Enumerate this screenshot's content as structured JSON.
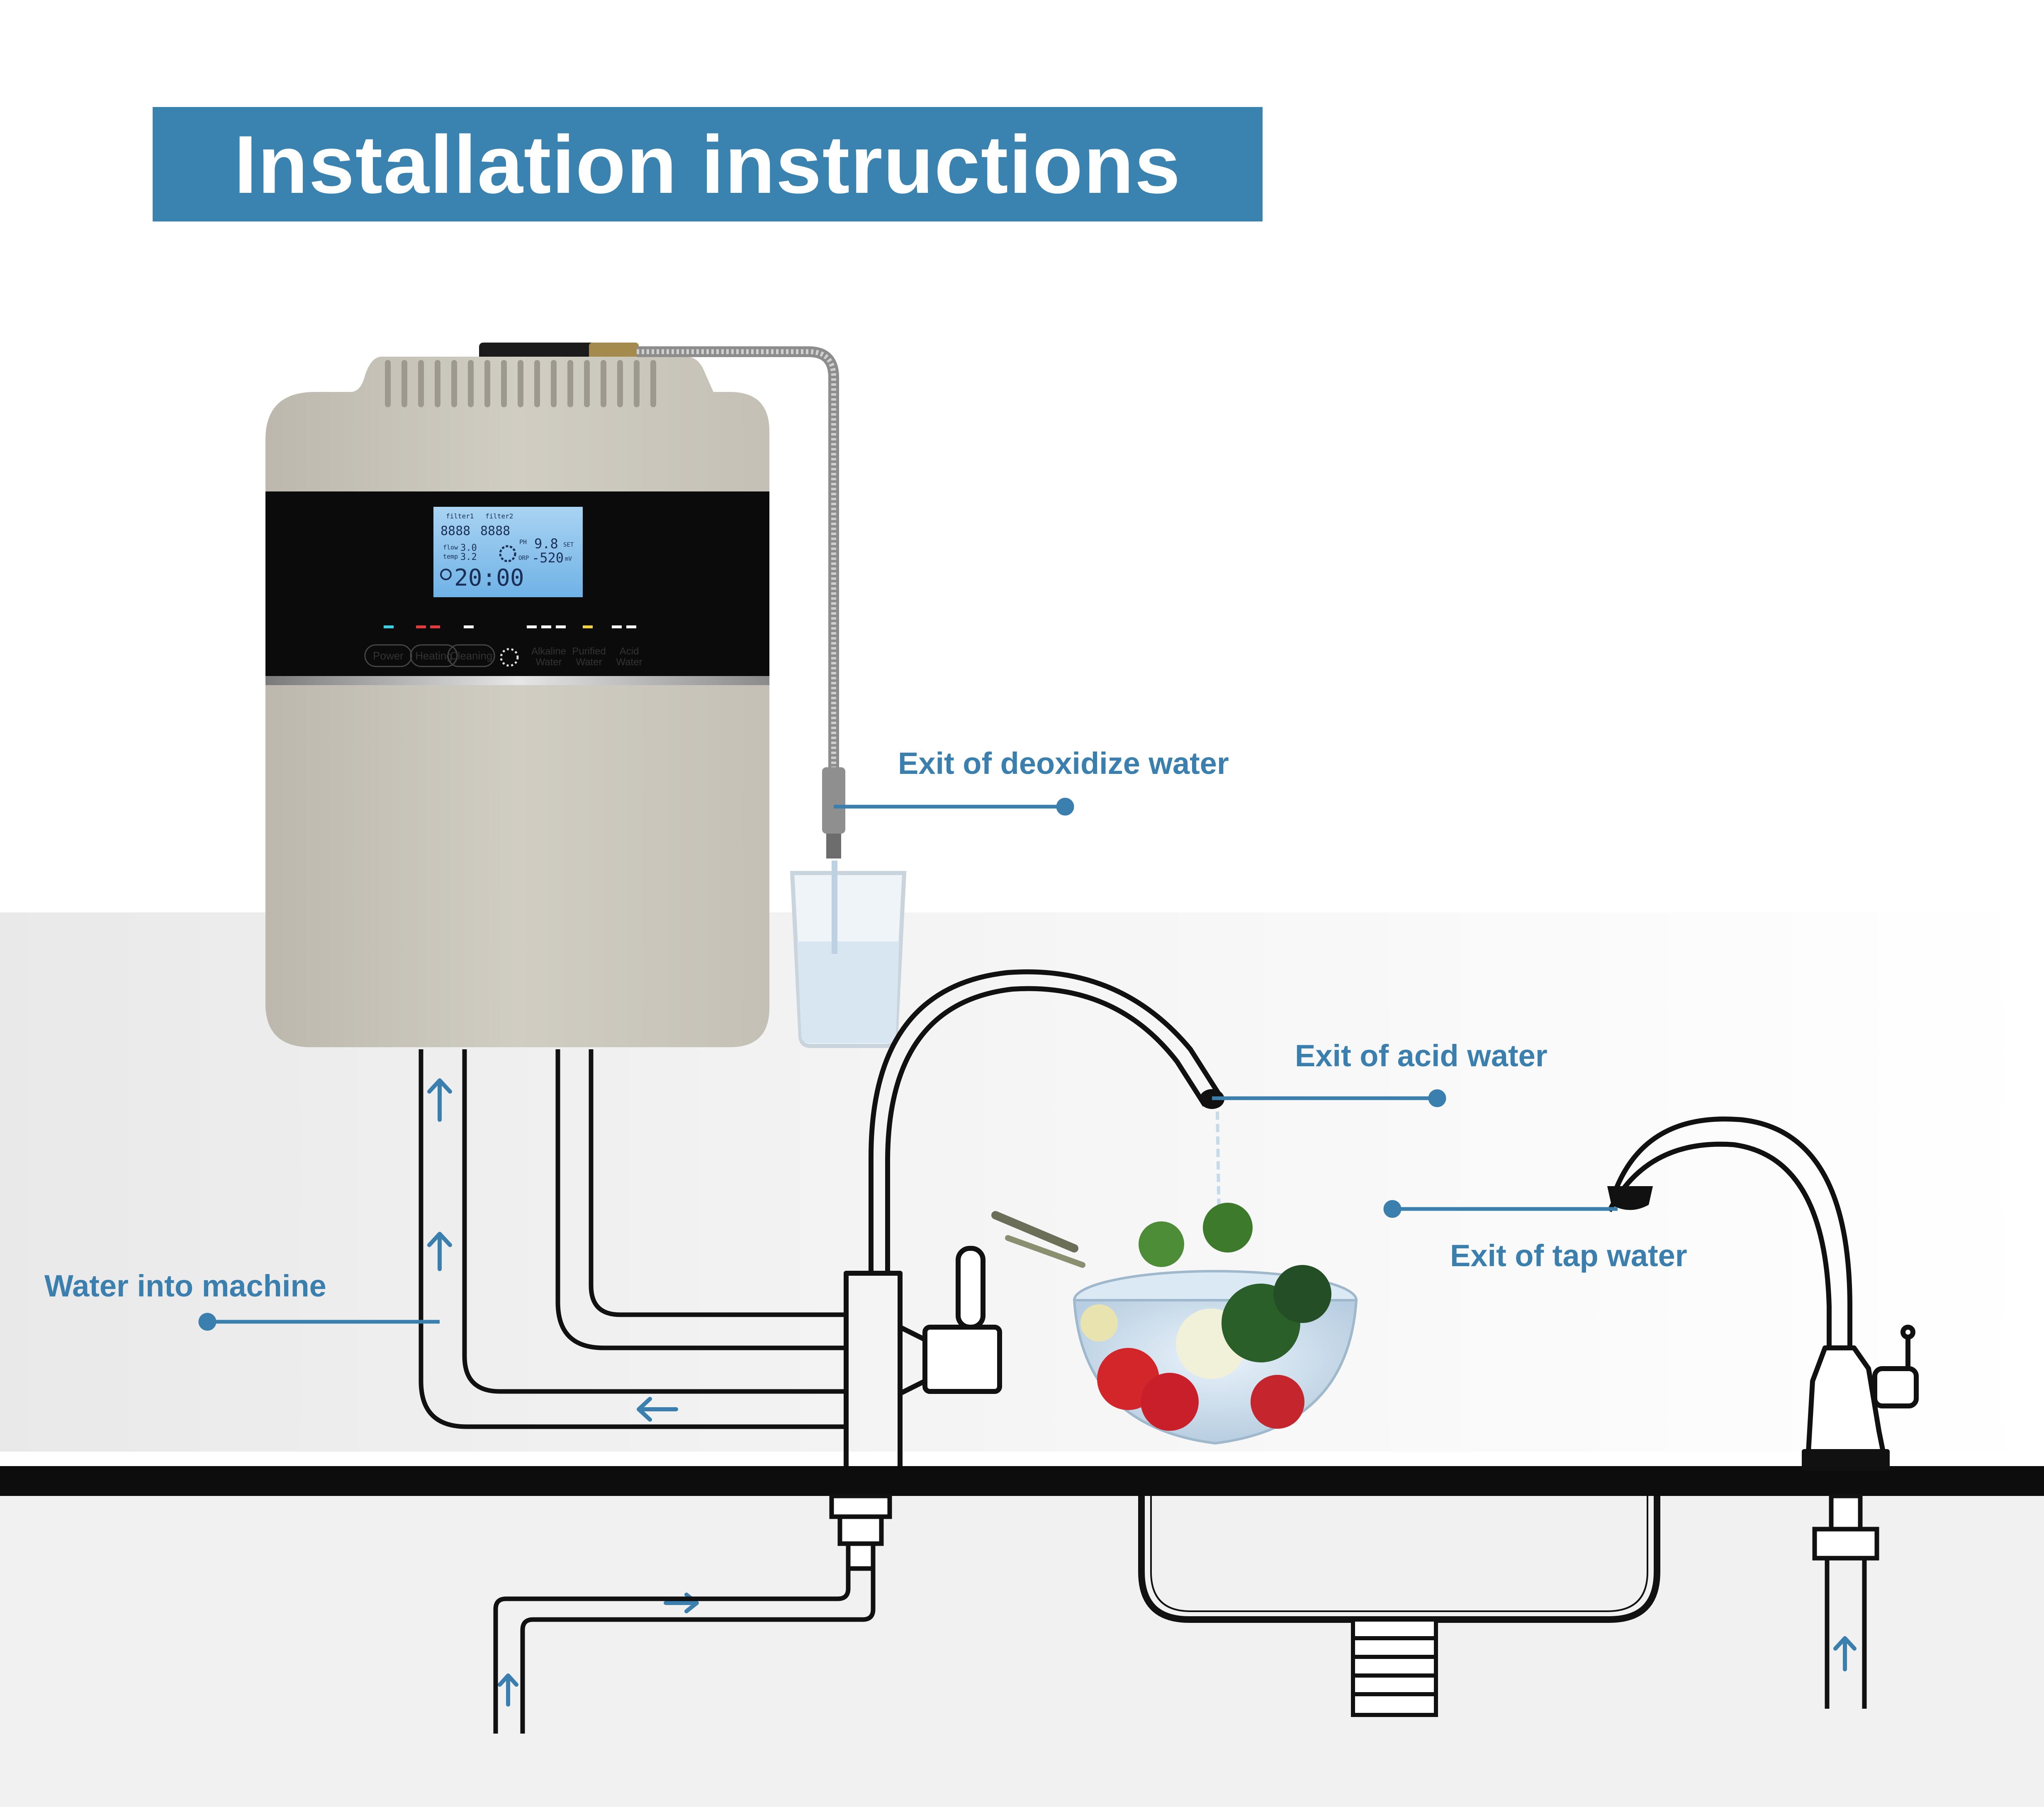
{
  "title": "Installation instructions",
  "labels": {
    "deoxidize": "Exit of deoxidize water",
    "acid": "Exit of acid water",
    "tap": "Exit of tap water",
    "water_in": "Water into machine"
  },
  "panel": {
    "buttons": [
      "Power",
      "Heating",
      "Cleaning"
    ],
    "modes": [
      {
        "line1": "Alkaline",
        "line2": "Water"
      },
      {
        "line1": "Purified",
        "line2": "Water"
      },
      {
        "line1": "Acid",
        "line2": "Water"
      }
    ],
    "lcd": {
      "filter1": "filter1",
      "filter2": "filter2",
      "flow_label": "flow",
      "temp_label": "temp",
      "flow_value": "3.0",
      "temp_value": "3.2",
      "counter1": "8888",
      "counter2": "8888",
      "ph_label": "PH",
      "ph_value": "9.8",
      "set_label": "SET",
      "orp_label": "ORP",
      "orp_value": "-520",
      "orp_unit": "mV",
      "time_value": "20:00"
    }
  },
  "colors": {
    "accent": "#3a82b0",
    "label_text": "#3a7fae",
    "machine_body": "#c9c6bc",
    "panel": "#0b0b0b",
    "pipe": "#111111"
  }
}
